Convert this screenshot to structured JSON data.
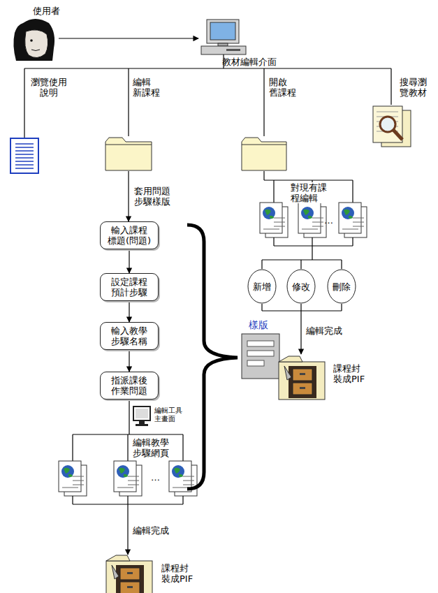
{
  "diagram": {
    "nodes": [
      {
        "text": [
          "編輯 新課程"
        ]
      },
      {
        "text": [
          "輸入課程 標題(問題)"
        ]
      },
      {
        "text": [
          "設定課程 預計步驟"
        ]
      },
      {
        "text": [
          "輸入教學 步驟名稱"
        ]
      },
      {
        "text": [
          "指派課後 作業問題"
        ]
      },
      {
        "text": [
          "開啟 舊課程"
        ]
      },
      {
        "text": [
          "新增"
        ]
      },
      {
        "text": [
          "修改"
        ]
      },
      {
        "text": [
          "刪除"
        ]
      }
    ],
    "edges": [
      {
        "from": 0,
        "to": 1,
        "label": "套用問題 步驟樣版",
        "arrow": "to"
      },
      {
        "from": 1,
        "to": 2,
        "arrow": "to"
      },
      {
        "from": 2,
        "to": 3,
        "arrow": "to"
      },
      {
        "from": 3,
        "to": 4,
        "arrow": "to"
      }
    ],
    "labels": [
      "使用者",
      "教材編輯介面",
      "瀏覽使用 說明",
      "搜尋瀏 覽教材",
      "樣版",
      "編輯工具 主畫面",
      "編輯教學 步驟網頁",
      "…",
      "編輯完成",
      "課程封 裝成PIF",
      "對現有課 程編輯",
      "…",
      "編輯完成",
      "課程封 裝成PIF"
    ]
  }
}
